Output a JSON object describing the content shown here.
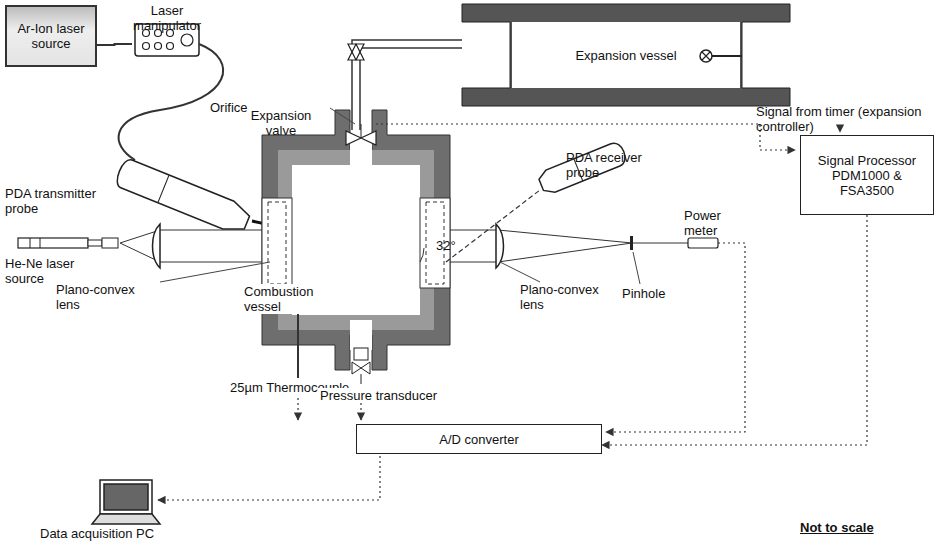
{
  "diagram": {
    "nodes": [
      {
        "text": [
          "Ar-Ion laser source"
        ]
      },
      {
        "text": [
          "Laser manipulator"
        ]
      },
      {
        "text": [
          "Expansion vessel"
        ]
      },
      {
        "text": [
          "Signal Processor PDM1000 & FSA3500"
        ]
      },
      {
        "text": [
          "A/D converter"
        ]
      }
    ],
    "edges": [
      {
        "from": 0,
        "to": 1,
        "arrow": "none"
      },
      {
        "from": 3,
        "to": 4,
        "arrow": "to"
      }
    ],
    "labels": [
      "Orifice",
      "Expansion valve",
      "Signal from timer (expansion controller)",
      "PDA transmitter probe",
      "PDA receiver probe",
      "He-Ne laser source",
      "Plano-convex lens",
      "Combustion vessel",
      "32°",
      "Plano-convex lens",
      "Power meter",
      "Pinhole",
      "25µm Thermocouple",
      "Pressure transducer",
      "Data acquisition PC",
      "Not to scale"
    ]
  }
}
